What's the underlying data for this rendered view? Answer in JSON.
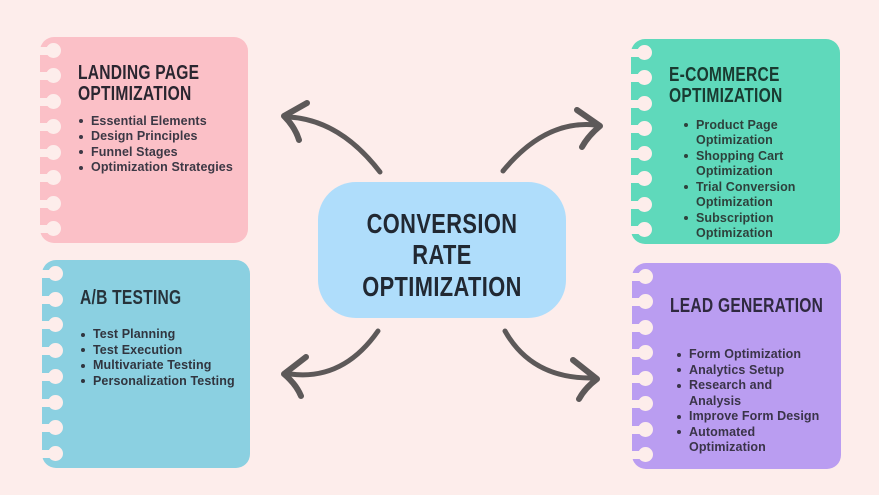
{
  "page": {
    "background": "#FDEDEB"
  },
  "center": {
    "title": "CONVERSION RATE OPTIMIZATION",
    "fill": "#AFDDFB",
    "text_color": "#212832"
  },
  "arrows": {
    "color": "#5D5959"
  },
  "cards": [
    {
      "id": "landing-page-optimization",
      "title": "LANDING PAGE OPTIMIZATION",
      "fill": "#FBC0C7",
      "title_color": "#2A2630",
      "text_color": "#3C3845",
      "items": [
        "Essential Elements",
        "Design Principles",
        "Funnel Stages",
        "Optimization Strategies"
      ]
    },
    {
      "id": "ecommerce-optimization",
      "title": "E-COMMERCE OPTIMIZATION",
      "fill": "#5FD9BB",
      "title_color": "#1A3A31",
      "text_color": "#2E413C",
      "items": [
        "Product Page Optimization",
        "Shopping Cart Optimization",
        "Trial Conversion Optimization",
        "Subscription Optimization"
      ]
    },
    {
      "id": "ab-testing",
      "title": "A/B TESTING",
      "fill": "#8BD0E1",
      "title_color": "#27333B",
      "text_color": "#31353F",
      "items": [
        "Test Planning",
        "Test Execution",
        "Multivariate Testing",
        "Personalization Testing"
      ]
    },
    {
      "id": "lead-generation",
      "title": "LEAD GENERATION",
      "fill": "#BA9DF1",
      "title_color": "#2F2940",
      "text_color": "#3A3449",
      "items": [
        "Form Optimization",
        "Analytics Setup",
        "Research and Analysis",
        "Improve Form Design",
        "Automated Optimization"
      ]
    }
  ]
}
